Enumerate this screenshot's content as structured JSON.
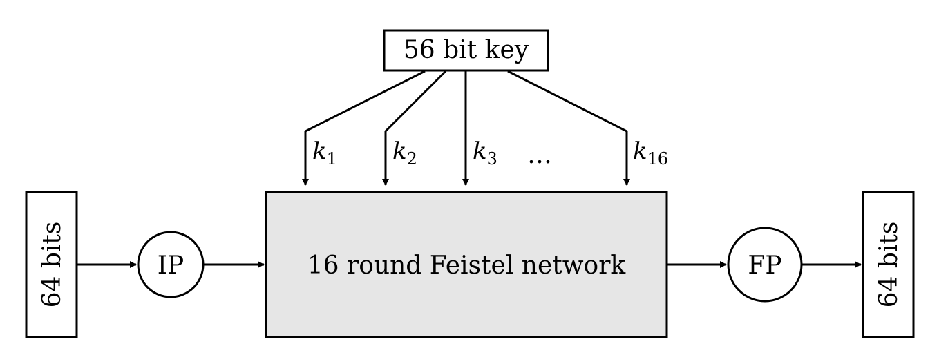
{
  "diagram": {
    "key_box": {
      "label": "56  bit key"
    },
    "input_block": {
      "label": "64  bits"
    },
    "output_block": {
      "label": "64  bits"
    },
    "initial_permutation": {
      "label": "IP"
    },
    "final_permutation": {
      "label": "FP"
    },
    "feistel_network": {
      "label": "16 round Feistel network",
      "fill": "#e6e6e6"
    },
    "subkeys": [
      {
        "letter": "k",
        "index": "1"
      },
      {
        "letter": "k",
        "index": "2"
      },
      {
        "letter": "k",
        "index": "3"
      },
      {
        "letter": "k",
        "index": "16"
      }
    ],
    "ellipsis": "…"
  }
}
